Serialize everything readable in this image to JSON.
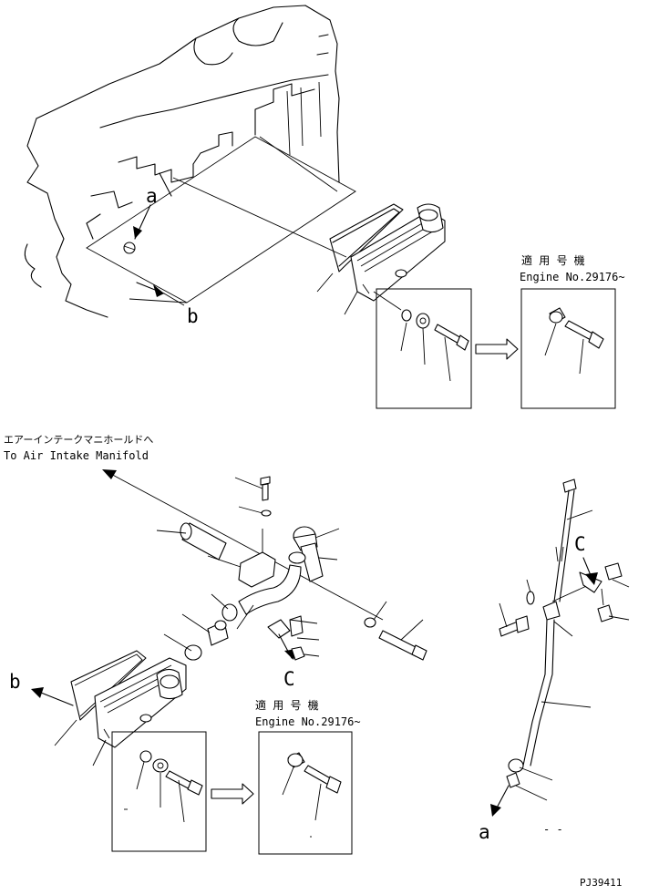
{
  "callouts": {
    "a_top": "a",
    "b_top": "b",
    "b_bottom": "b",
    "c_bottom": "C",
    "c_right": "C",
    "a_bottom": "a"
  },
  "applicable_note_top": {
    "jp": "適 用 号 機",
    "en": "Engine No.29176~"
  },
  "applicable_note_bottom": {
    "jp": "適 用 号 機",
    "en": "Engine No.29176~"
  },
  "destination": {
    "jp": "エアーインテークマニホールドへ",
    "en": "To Air Intake Manifold"
  },
  "drawing_number": "PJ39411"
}
